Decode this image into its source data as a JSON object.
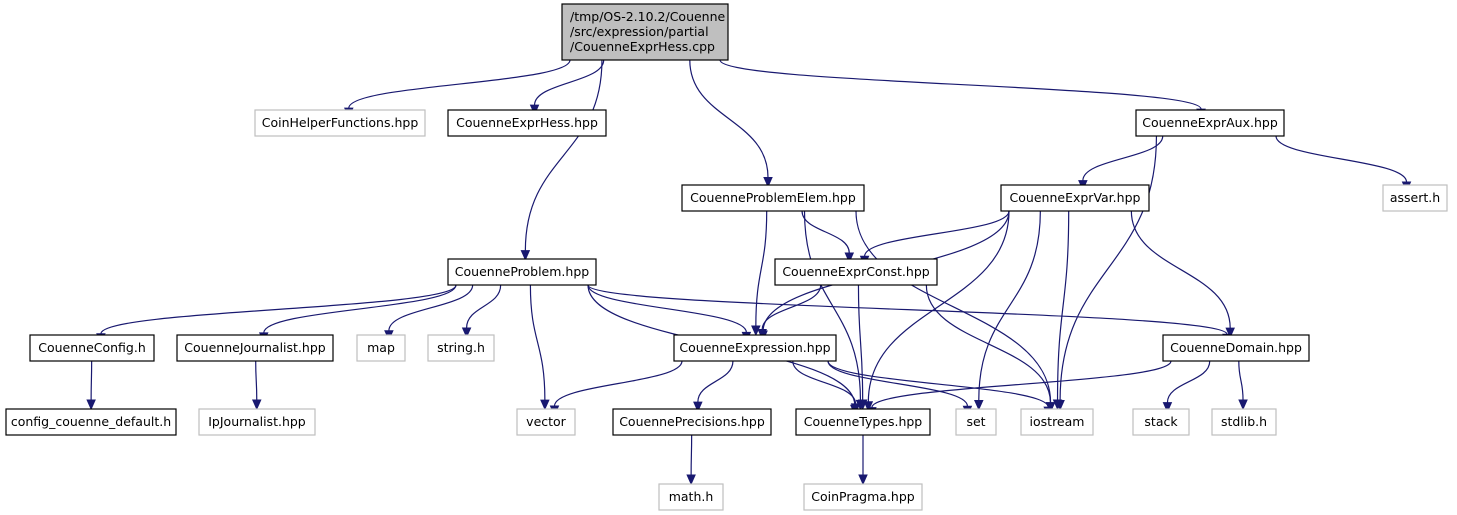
{
  "colors": {
    "edge": "#191970",
    "root_fill": "#bfbfbf",
    "root_stroke": "#000000",
    "node_fill": "#ffffff",
    "node_stroke": "#000000",
    "external_stroke": "#bfbfbf"
  },
  "nodes": [
    {
      "id": "root",
      "kind": "root",
      "lines": [
        "/tmp/OS-2.10.2/Couenne",
        "/src/expression/partial",
        "/CouenneExprHess.cpp"
      ]
    },
    {
      "id": "coinhelper",
      "kind": "external",
      "lines": [
        "CoinHelperFunctions.hpp"
      ]
    },
    {
      "id": "exprhess",
      "kind": "internal",
      "lines": [
        "CouenneExprHess.hpp"
      ]
    },
    {
      "id": "expraux",
      "kind": "internal",
      "lines": [
        "CouenneExprAux.hpp"
      ]
    },
    {
      "id": "problemelem",
      "kind": "internal",
      "lines": [
        "CouenneProblemElem.hpp"
      ]
    },
    {
      "id": "exprvar",
      "kind": "internal",
      "lines": [
        "CouenneExprVar.hpp"
      ]
    },
    {
      "id": "asserth",
      "kind": "external",
      "lines": [
        "assert.h"
      ]
    },
    {
      "id": "problem",
      "kind": "internal",
      "lines": [
        "CouenneProblem.hpp"
      ]
    },
    {
      "id": "exprconst",
      "kind": "internal",
      "lines": [
        "CouenneExprConst.hpp"
      ]
    },
    {
      "id": "config",
      "kind": "internal",
      "lines": [
        "CouenneConfig.h"
      ]
    },
    {
      "id": "journalist",
      "kind": "internal",
      "lines": [
        "CouenneJournalist.hpp"
      ]
    },
    {
      "id": "map",
      "kind": "external",
      "lines": [
        "map"
      ]
    },
    {
      "id": "stringh",
      "kind": "external",
      "lines": [
        "string.h"
      ]
    },
    {
      "id": "expression",
      "kind": "internal",
      "lines": [
        "CouenneExpression.hpp"
      ]
    },
    {
      "id": "domain",
      "kind": "internal",
      "lines": [
        "CouenneDomain.hpp"
      ]
    },
    {
      "id": "configdefault",
      "kind": "internal",
      "lines": [
        "config_couenne_default.h"
      ]
    },
    {
      "id": "ipjournalist",
      "kind": "external",
      "lines": [
        "IpJournalist.hpp"
      ]
    },
    {
      "id": "vector",
      "kind": "external",
      "lines": [
        "vector"
      ]
    },
    {
      "id": "precisions",
      "kind": "internal",
      "lines": [
        "CouennePrecisions.hpp"
      ]
    },
    {
      "id": "types",
      "kind": "internal",
      "lines": [
        "CouenneTypes.hpp"
      ]
    },
    {
      "id": "set",
      "kind": "external",
      "lines": [
        "set"
      ]
    },
    {
      "id": "iostream",
      "kind": "external",
      "lines": [
        "iostream"
      ]
    },
    {
      "id": "stack",
      "kind": "external",
      "lines": [
        "stack"
      ]
    },
    {
      "id": "stdlibh",
      "kind": "external",
      "lines": [
        "stdlib.h"
      ]
    },
    {
      "id": "mathh",
      "kind": "external",
      "lines": [
        "math.h"
      ]
    },
    {
      "id": "coinpragma",
      "kind": "external",
      "lines": [
        "CoinPragma.hpp"
      ]
    }
  ],
  "edges": [
    [
      "root",
      "coinhelper"
    ],
    [
      "root",
      "exprhess"
    ],
    [
      "root",
      "expraux"
    ],
    [
      "root",
      "problemelem"
    ],
    [
      "root",
      "problem"
    ],
    [
      "expraux",
      "exprvar"
    ],
    [
      "expraux",
      "asserth"
    ],
    [
      "expraux",
      "iostream"
    ],
    [
      "problemelem",
      "exprconst"
    ],
    [
      "problemelem",
      "expression"
    ],
    [
      "problemelem",
      "types"
    ],
    [
      "problemelem",
      "iostream"
    ],
    [
      "exprvar",
      "exprconst"
    ],
    [
      "exprvar",
      "expression"
    ],
    [
      "exprvar",
      "domain"
    ],
    [
      "exprvar",
      "types"
    ],
    [
      "exprvar",
      "set"
    ],
    [
      "exprvar",
      "iostream"
    ],
    [
      "problem",
      "config"
    ],
    [
      "problem",
      "journalist"
    ],
    [
      "problem",
      "map"
    ],
    [
      "problem",
      "stringh"
    ],
    [
      "problem",
      "vector"
    ],
    [
      "problem",
      "expression"
    ],
    [
      "problem",
      "types"
    ],
    [
      "problem",
      "domain"
    ],
    [
      "exprconst",
      "expression"
    ],
    [
      "exprconst",
      "types"
    ],
    [
      "exprconst",
      "iostream"
    ],
    [
      "config",
      "configdefault"
    ],
    [
      "journalist",
      "ipjournalist"
    ],
    [
      "expression",
      "vector"
    ],
    [
      "expression",
      "precisions"
    ],
    [
      "expression",
      "types"
    ],
    [
      "expression",
      "set"
    ],
    [
      "expression",
      "iostream"
    ],
    [
      "domain",
      "types"
    ],
    [
      "domain",
      "stack"
    ],
    [
      "domain",
      "stdlibh"
    ],
    [
      "precisions",
      "mathh"
    ],
    [
      "types",
      "coinpragma"
    ]
  ]
}
